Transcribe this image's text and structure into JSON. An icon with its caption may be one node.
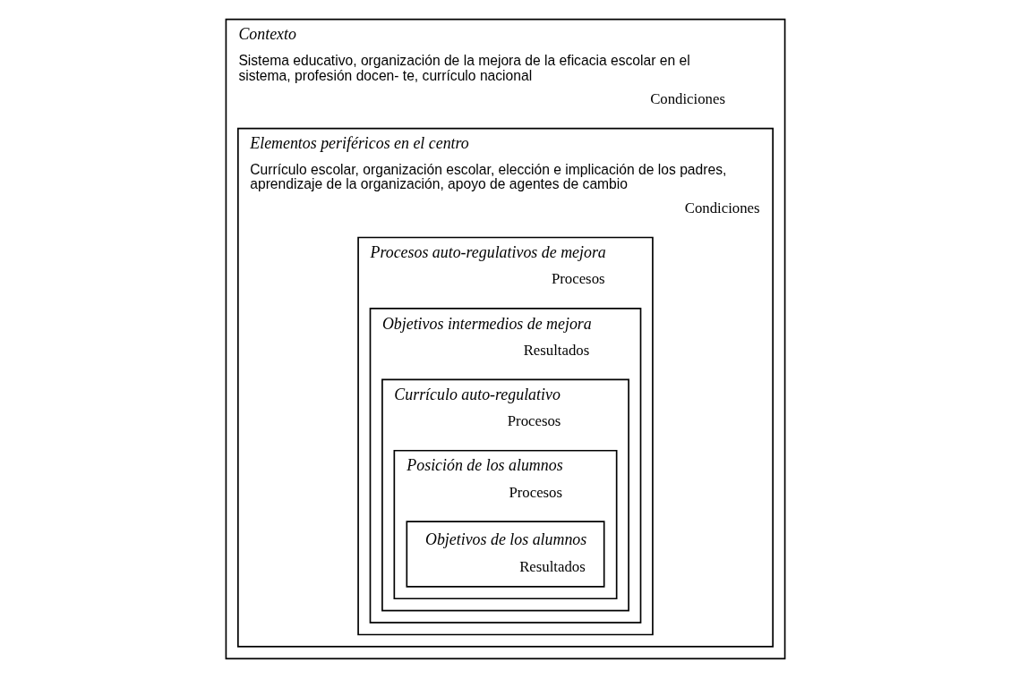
{
  "diagram": {
    "nodes": [
      {
        "text": [
          "Contexto",
          "Sistema educativo, organización de la mejora de la eficacia escolar en el sistema, profesión docen- te, currículo nacional",
          "Condiciones"
        ]
      },
      {
        "text": [
          "Elementos periféricos en el centro",
          "Currículo escolar, organización escolar, elección e implicación de los padres, aprendizaje de la organización, apoyo de agentes de cambio",
          "Condiciones"
        ],
        "in": 0
      },
      {
        "text": [
          "Procesos auto-regulativos de mejora",
          "Procesos"
        ],
        "in": 1
      },
      {
        "text": [
          "Objetivos intermedios de mejora",
          "Resultados"
        ],
        "in": 2
      },
      {
        "text": [
          "Currículo auto-regulativo",
          "Procesos"
        ],
        "in": 3
      },
      {
        "text": [
          "Posición de los alumnos",
          "Procesos"
        ],
        "in": 4
      },
      {
        "text": [
          "Objetivos de los alumnos",
          "Resultados"
        ],
        "in": 5
      }
    ]
  }
}
